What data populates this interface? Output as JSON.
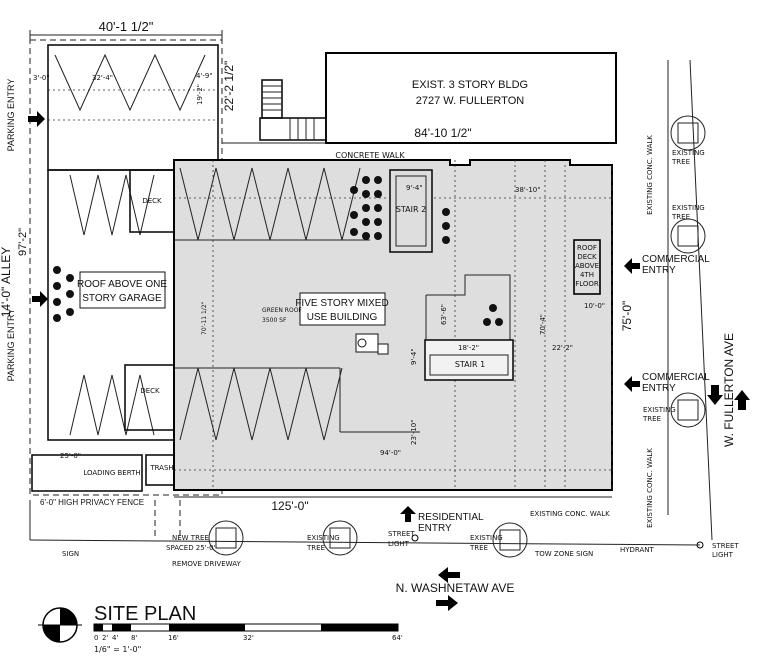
{
  "title": "SITE PLAN",
  "scale": {
    "ticks": [
      "0",
      "2'",
      "4'",
      "8'",
      "16'",
      "32'",
      "64'"
    ],
    "ratio": "1/6\" = 1'-0\""
  },
  "streets": {
    "alley": "14'-0\" ALLEY",
    "south": "N. WASHNETAW AVE",
    "east": "W. FULLERTON AVE"
  },
  "existing_building": {
    "line1": "EXIST. 3 STORY BLDG",
    "line2": "2727 W. FULLERTON"
  },
  "labels": {
    "garage_roof_1": "ROOF ABOVE ONE",
    "garage_roof_2": "STORY GARAGE",
    "main_1": "FIVE STORY MIXED",
    "main_2": "USE BUILDING",
    "green_roof_1": "GREEN ROOF",
    "green_roof_2": "3500 SF",
    "stair1": "STAIR 1",
    "stair2": "STAIR 2",
    "roof_deck_1": "ROOF",
    "roof_deck_2": "DECK",
    "roof_deck_3": "ABOVE",
    "roof_deck_4": "4TH",
    "roof_deck_5": "FLOOR",
    "deck_top": "DECK",
    "deck_bottom": "DECK",
    "concrete_walk": "CONCRETE WALK",
    "loading_berth": "LOADING BERTH",
    "trash": "TRASH",
    "privacy_fence": "6'-0\" HIGH PRIVACY FENCE",
    "parking_entry_1": "PARKING ENTRY",
    "parking_entry_2": "PARKING ENTRY",
    "commercial_entry_1a": "COMMERCIAL",
    "commercial_entry_1b": "ENTRY",
    "commercial_entry_2a": "COMMERCIAL",
    "commercial_entry_2b": "ENTRY",
    "residential_entry_1": "RESIDENTIAL",
    "residential_entry_2": "ENTRY",
    "existing_tree": "EXISTING",
    "tree": "TREE",
    "existing_conc_walk": "EXISTING CONC. WALK",
    "new_tree_1": "NEW TREE",
    "new_tree_2": "SPACED 25'-0\"",
    "remove_driveway": "REMOVE DRIVEWAY",
    "street_light_1": "STREET",
    "street_light_2": "LIGHT",
    "tow_zone_sign": "TOW ZONE SIGN",
    "hydrant": "HYDRANT",
    "sign": "SIGN"
  },
  "dimensions": {
    "lot_width_top": "40'-1 1/2\"",
    "existing_offset": "22'-2 1/2\"",
    "existing_length": "84'-10 1/2\"",
    "site_depth": "97'-2\"",
    "south_frontage": "125'-0\"",
    "east_frontage": "75'-0\"",
    "inner_94": "94'-0\"",
    "inner_38_10": "38'-10\"",
    "inner_22_2": "22'-2\"",
    "inner_18_2": "18'-2\"",
    "inner_10_0": "10'-0\"",
    "inner_9_4": "9'-4\"",
    "inner_9_4b": "9'-4\"",
    "inner_70_4": "70'-4\"",
    "inner_70_11": "70'-11 1/2\"",
    "inner_23_10": "23'-10\"",
    "inner_25_0": "25'-0\"",
    "inner_32_4": "32'-4\"",
    "inner_63": "63'-6\"",
    "small_3_0": "3'-0\"",
    "small_4_9": "4'-9\"",
    "small_19_2": "19'-2\""
  }
}
